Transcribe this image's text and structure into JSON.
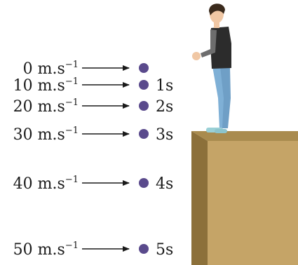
{
  "figure": {
    "rows": [
      {
        "speed_value": "0",
        "speed_unit": "m.s",
        "speed_exp": "−1",
        "time": ""
      },
      {
        "speed_value": "10",
        "speed_unit": "m.s",
        "speed_exp": "−1",
        "time": "1s"
      },
      {
        "speed_value": "20",
        "speed_unit": "m.s",
        "speed_exp": "−1",
        "time": "2s"
      },
      {
        "speed_value": "30",
        "speed_unit": "m.s",
        "speed_exp": "−1",
        "time": "3s"
      },
      {
        "speed_value": "40",
        "speed_unit": "m.s",
        "speed_exp": "−1",
        "time": "4s"
      },
      {
        "speed_value": "50",
        "speed_unit": "m.s",
        "speed_exp": "−1",
        "time": "5s"
      }
    ]
  },
  "colors": {
    "ball": "#5a4a8c",
    "box_front": "#c5a467",
    "box_side": "#8c703a",
    "box_top": "#a98b4e",
    "jeans": "#7fb0d6",
    "jacket": "#6d6d6d",
    "vest": "#2c2c2c",
    "skin": "#f0c7a4",
    "hair": "#3a2a1c",
    "shoes": "#9ad0d6"
  }
}
